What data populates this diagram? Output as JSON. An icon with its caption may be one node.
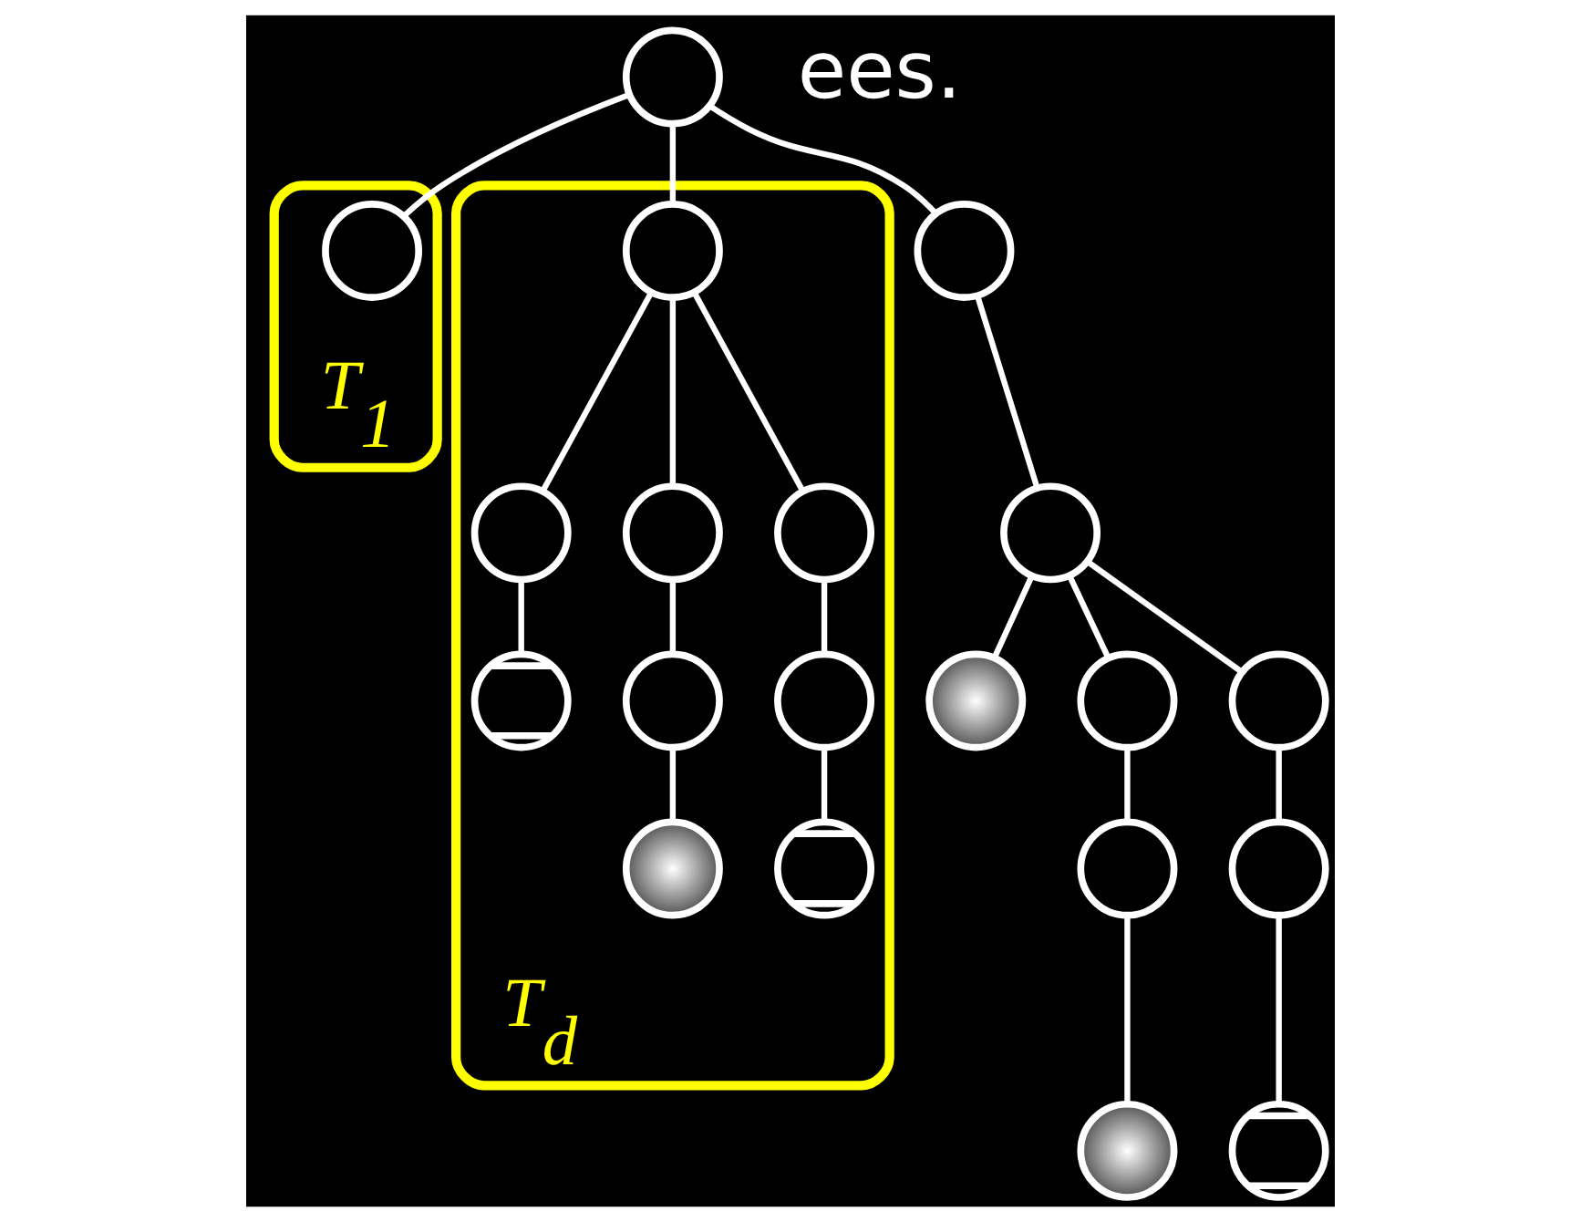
{
  "diagram": {
    "nodes": [
      {
        "text": [],
        "shape": "circle"
      },
      {
        "text": [
          "T$_{1}$"
        ]
      },
      {
        "text": [],
        "shape": "circle",
        "in": 1
      },
      {
        "text": [],
        "shape": "circle"
      },
      {
        "text": [
          "T$_{d}$"
        ]
      },
      {
        "text": [],
        "shape": "circle",
        "in": 4
      },
      {
        "text": [],
        "shape": "circle"
      },
      {
        "text": [],
        "shape": "circle",
        "in": 4
      },
      {
        "text": [],
        "shape": "circle",
        "in": 4
      },
      {
        "text": [],
        "shape": "circle",
        "in": 4
      },
      {
        "text": [],
        "shape": "dot"
      },
      {
        "text": [],
        "shape": "circle"
      },
      {
        "text": [],
        "shape": "circle"
      },
      {
        "text": [],
        "shape": "cross",
        "in": 4
      },
      {
        "text": [],
        "shape": "circle",
        "in": 4
      },
      {
        "text": [],
        "shape": "circle",
        "in": 4
      },
      {
        "text": [],
        "shape": "circle"
      },
      {
        "text": [],
        "shape": "circle"
      },
      {
        "text": [],
        "shape": "dot",
        "in": 4
      },
      {
        "text": [],
        "shape": "cross",
        "in": 4
      },
      {
        "text": [],
        "shape": "dot"
      },
      {
        "text": [],
        "shape": "cross"
      }
    ],
    "edges": [
      {
        "from": 0,
        "to": 2,
        "arrow": "none"
      },
      {
        "from": 0,
        "to": 3,
        "arrow": "none"
      },
      {
        "from": 0,
        "to": 5,
        "arrow": "none"
      },
      {
        "from": 3,
        "to": 6,
        "arrow": "none"
      },
      {
        "from": 6,
        "to": 10,
        "arrow": "none"
      },
      {
        "from": 6,
        "to": 11,
        "arrow": "none"
      },
      {
        "from": 6,
        "to": 12,
        "arrow": "none"
      },
      {
        "from": 11,
        "to": 16,
        "arrow": "none"
      },
      {
        "from": 16,
        "to": 20,
        "arrow": "none"
      },
      {
        "from": 12,
        "to": 17,
        "arrow": "none"
      },
      {
        "from": 17,
        "to": 21,
        "arrow": "none"
      },
      {
        "from": 5,
        "to": 7,
        "arrow": "none"
      },
      {
        "from": 5,
        "to": 8,
        "arrow": "none"
      },
      {
        "from": 5,
        "to": 9,
        "arrow": "none"
      },
      {
        "from": 7,
        "to": 13,
        "arrow": "none"
      },
      {
        "from": 8,
        "to": 14,
        "arrow": "none"
      },
      {
        "from": 14,
        "to": 18,
        "arrow": "none"
      },
      {
        "from": 9,
        "to": 15,
        "arrow": "none"
      },
      {
        "from": 15,
        "to": 19,
        "arrow": "none"
      }
    ],
    "labels": [
      "ees."
    ]
  }
}
